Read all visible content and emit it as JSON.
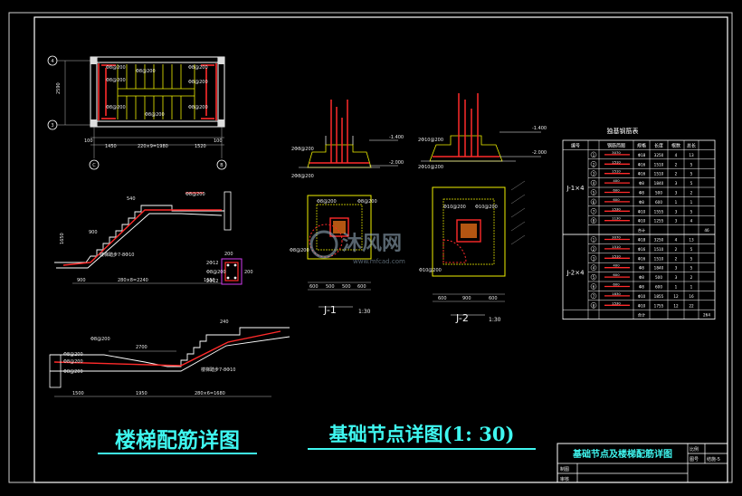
{
  "titles": {
    "stair": "楼梯配筋详图",
    "foundation": "基础节点详图(1: 30)"
  },
  "table": {
    "title": "独基钢筋表",
    "headers": [
      "编号",
      "编号",
      "钢筋简图",
      "规格",
      "长度",
      "根数",
      "总长"
    ],
    "group1": "J-1×4",
    "group2": "J-2×4",
    "rows1": [
      [
        "1",
        "",
        "3070",
        "Φ18",
        "3250",
        "4",
        "13"
      ],
      [
        "2",
        "",
        "1510",
        "Φ16",
        "1510",
        "2",
        "5"
      ],
      [
        "3",
        "",
        "1510",
        "Φ16",
        "1510",
        "2",
        "5"
      ],
      [
        "4",
        "",
        "400",
        "Φ8",
        "1840",
        "3",
        "5"
      ],
      [
        "5",
        "",
        "600",
        "Φ8",
        "500",
        "3",
        "2"
      ],
      [
        "6",
        "",
        "600",
        "Φ8",
        "600",
        "1",
        "1"
      ],
      [
        "7",
        "",
        "1530",
        "Φ10",
        "1555",
        "3",
        "5"
      ],
      [
        "8",
        "",
        "1130",
        "Φ10",
        "1255",
        "3",
        "4"
      ]
    ],
    "sum1": "46",
    "rows2": [
      [
        "1",
        "",
        "3070",
        "Φ18",
        "3250",
        "4",
        "13"
      ],
      [
        "2",
        "",
        "1510",
        "Φ16",
        "1510",
        "2",
        "5"
      ],
      [
        "3",
        "",
        "1510",
        "Φ16",
        "1510",
        "2",
        "5"
      ],
      [
        "4",
        "",
        "400",
        "Φ8",
        "1840",
        "3",
        "5"
      ],
      [
        "5",
        "",
        "600",
        "Φ8",
        "500",
        "3",
        "2"
      ],
      [
        "6",
        "",
        "600",
        "Φ8",
        "600",
        "1",
        "1"
      ],
      [
        "7",
        "",
        "1830",
        "Φ10",
        "1855",
        "12",
        "16"
      ],
      [
        "8",
        "",
        "1530",
        "Φ10",
        "1755",
        "12",
        "22"
      ]
    ],
    "sum2": "264",
    "sum_label": "合计"
  },
  "title_block": {
    "title": "基础节点及楼梯配筋详图",
    "ratio_label": "比例",
    "sheet_label": "图号",
    "sheet_value": "结施-5",
    "design_label": "制图",
    "check_label": "审核"
  },
  "plan": {
    "axis_top": "4",
    "axis_bottom": "3",
    "axis_left": "C",
    "axis_right": "B",
    "dim_left": "2590",
    "dim_bottom_1": "1450",
    "dim_bottom_2": "220×9=1980",
    "dim_bottom_3": "1520",
    "dim_bottom_left": "100",
    "dim_bottom_right": "100"
  },
  "stair1": {
    "note": "楼梯踏步7-8Φ10",
    "dim": "280×8=2240",
    "dim2": "900",
    "top": "540",
    "side": "1650"
  },
  "stair2": {
    "note": "楼梯踏步7-8Φ10",
    "dim": "2700",
    "dim2": "1950",
    "dim3": "280×6=1680",
    "top": "240",
    "side": "1500"
  },
  "section_small": {
    "dim": "200",
    "dim2": "200"
  },
  "j1": {
    "label": "J-1",
    "scale": "1:30",
    "elev1": "-1.400",
    "elev2": "-2.000",
    "note1": "2Φ8@200",
    "note2": "2Φ8@200",
    "dims": [
      "600",
      "500",
      "500",
      "600"
    ]
  },
  "j2": {
    "label": "J-2",
    "scale": "1:30",
    "elev1": "-1.400",
    "elev2": "-2.000",
    "note1": "2Φ10@200",
    "note2": "2Φ10@200",
    "dims": [
      "600",
      "900",
      "600"
    ]
  },
  "watermark": {
    "text": "沐风网",
    "url": "www.mfcad.com"
  },
  "colors": {
    "background": "#000000",
    "title_cyan": "#3ff7f0",
    "rebar_red": "#ff2a2a",
    "frame_white": "#ffffff",
    "yellow": "#f0f000",
    "magenta": "#d23cf0"
  }
}
